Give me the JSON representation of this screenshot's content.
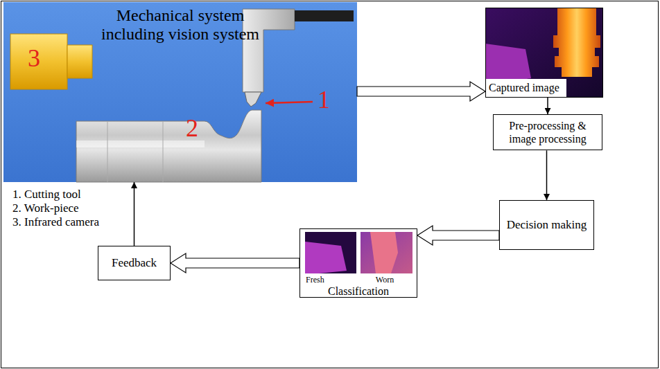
{
  "diagram": {
    "nodes": [
      {
        "text": [
          "Mechanical system including vision system"
        ]
      },
      {
        "text": [
          "Captured image"
        ]
      },
      {
        "text": [
          "Pre-processing & image processing"
        ]
      },
      {
        "text": [
          "Decision making"
        ]
      },
      {
        "text": [
          "Fresh",
          "Worn",
          "Classification"
        ]
      },
      {
        "text": [
          "Feedback"
        ]
      }
    ],
    "edges": [
      {
        "from": 0,
        "to": 1,
        "arrow": "to"
      },
      {
        "from": 1,
        "to": 2,
        "arrow": "to"
      },
      {
        "from": 2,
        "to": 3,
        "arrow": "to"
      },
      {
        "from": 3,
        "to": 4,
        "arrow": "to"
      },
      {
        "from": 4,
        "to": 5,
        "arrow": "to"
      },
      {
        "from": 5,
        "to": 0,
        "arrow": "to"
      }
    ],
    "labels": [
      "3",
      "2",
      "1",
      "1. Cutting tool",
      "2. Work-piece",
      "3. Infrared camera"
    ]
  }
}
